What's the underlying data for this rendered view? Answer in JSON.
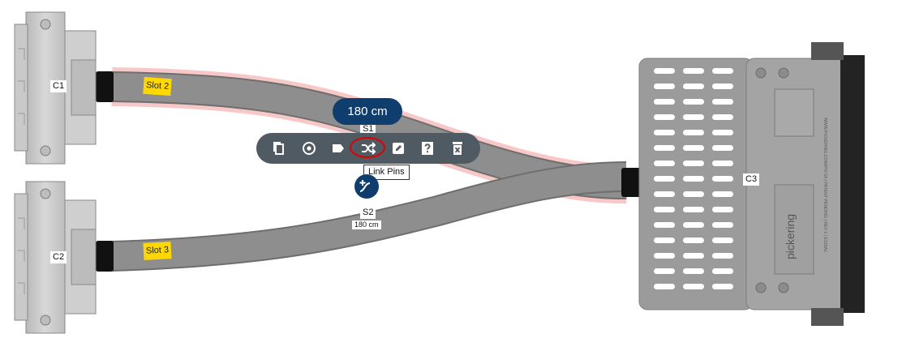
{
  "connectors": {
    "c1": "C1",
    "c2": "C2",
    "c3": "C3"
  },
  "cables": {
    "s1": {
      "label": "S1",
      "slot": "Slot 2"
    },
    "s2": {
      "label": "S2",
      "slot": "Slot 3",
      "length": "180 cm"
    }
  },
  "selected_cable_length": "180 cm",
  "toolbar": {
    "tools": [
      "copy-icon",
      "target-icon",
      "tag-icon",
      "link-pins-icon",
      "edit-icon",
      "help-icon",
      "delete-icon"
    ]
  },
  "tooltip": {
    "text": "Link Pins"
  },
  "c3_marking": {
    "brand": "pickering",
    "side_text": "WWW.PICKERING.COM/PXI 5A  |  PATENT PENDING  |  REV 1  |  E120A1"
  },
  "colors": {
    "cable": "#8c8c8c",
    "selection_glow": "#f4a7a7",
    "slot_label": "#ffd800",
    "badge": "#0f3e6e",
    "toolbar": "#505a63",
    "highlight": "#e00000"
  }
}
